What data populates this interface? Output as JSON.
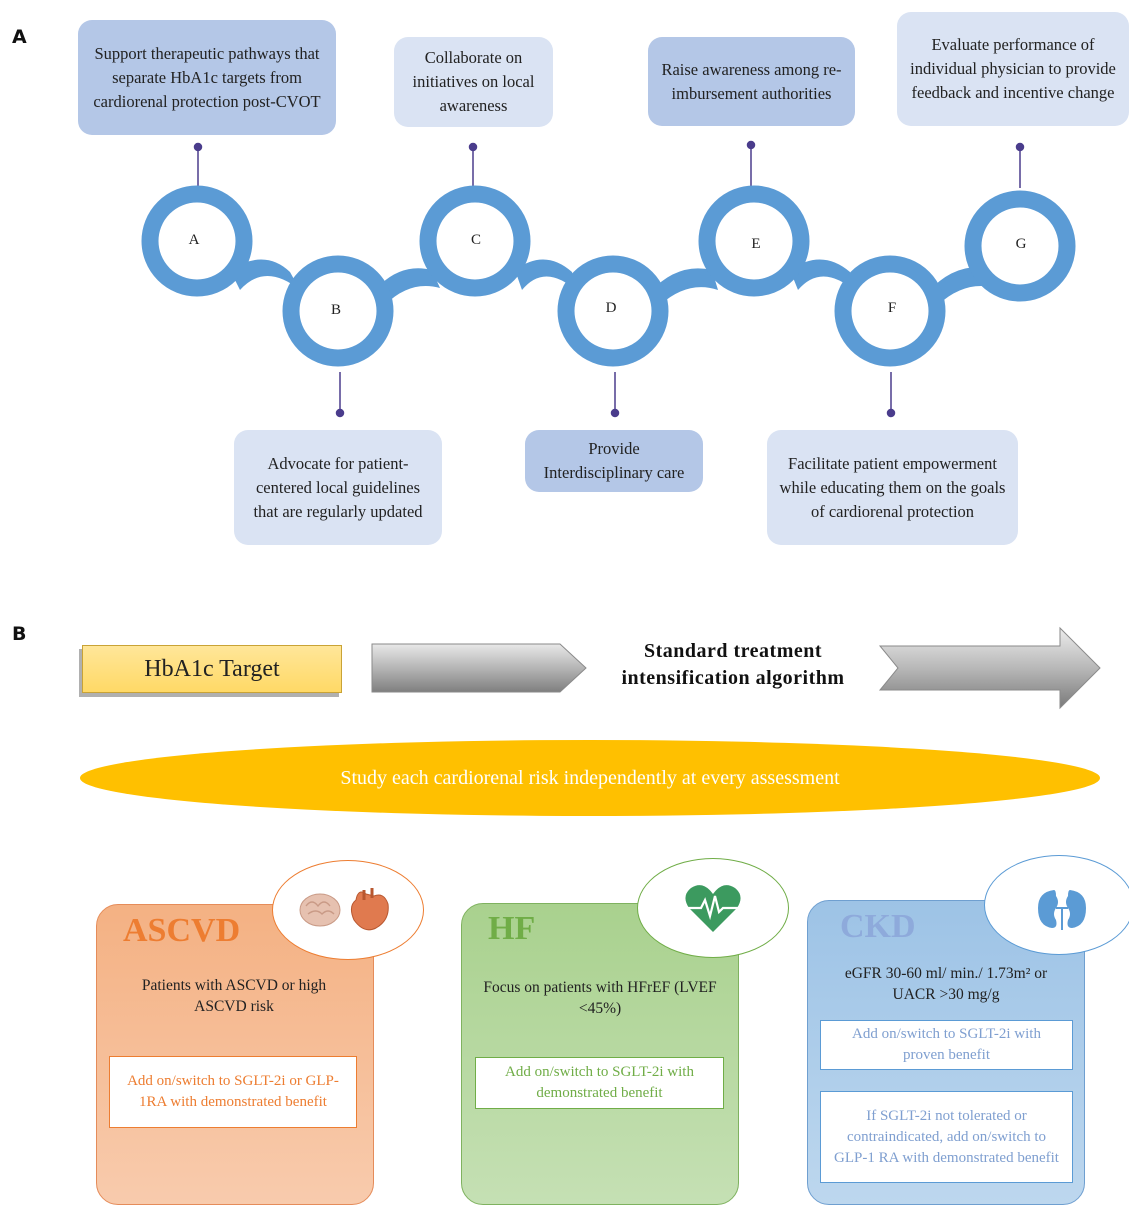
{
  "panel_a": {
    "label": "A",
    "circles": [
      "A",
      "B",
      "C",
      "D",
      "E",
      "F",
      "G"
    ],
    "callouts": {
      "a": "Support therapeutic pathways that separate HbA1c targets from cardiorenal protection post-CVOT",
      "b": "Advocate for patient-centered local guidelines that are regularly updated",
      "c": "Collaborate on initiatives on local awareness",
      "d": "Provide Interdisciplinary care",
      "e": "Raise awareness among re-imbursement authorities",
      "f": "Facilitate patient empowerment while educating them on the goals of cardiorenal protection",
      "g": "Evaluate performance of individual physician to provide feedback and incentive change"
    },
    "colors": {
      "ring": "#5b9bd5",
      "connector": "#4a3c8c",
      "callout_dark": "#b4c7e7",
      "callout_light": "#dae3f3"
    }
  },
  "panel_b": {
    "label": "B",
    "hba1c_label": "HbA1c Target",
    "algorithm_label": "Standard treatment intensification algorithm",
    "banner": "Study each cardiorenal risk independently at every assessment",
    "cards": {
      "ascvd": {
        "title": "ASCVD",
        "description": "Patients with ASCVD or high ASCVD risk",
        "box": "Add on/switch to SGLT-2i or GLP-1RA with demonstrated benefit",
        "icons": [
          "brain-icon",
          "heart-organ-icon"
        ],
        "color": "#f4b183"
      },
      "hf": {
        "title": "HF",
        "description": "Focus on patients with HFrEF (LVEF <45%)",
        "box": "Add on/switch to SGLT-2i with demonstrated benefit",
        "icons": [
          "heart-pulse-icon"
        ],
        "color": "#a9d18e"
      },
      "ckd": {
        "title": "CKD",
        "description": "eGFR 30-60 ml/ min./ 1.73m² or UACR >30 mg/g",
        "box1": "Add on/switch to SGLT-2i with proven benefit",
        "box2": "If SGLT-2i not tolerated or contraindicated, add on/switch to GLP-1 RA with demonstrated benefit",
        "icons": [
          "kidneys-icon"
        ],
        "color": "#9dc3e6"
      }
    },
    "colors": {
      "banner": "#ffc000",
      "hba1c": "#ffd966"
    }
  }
}
